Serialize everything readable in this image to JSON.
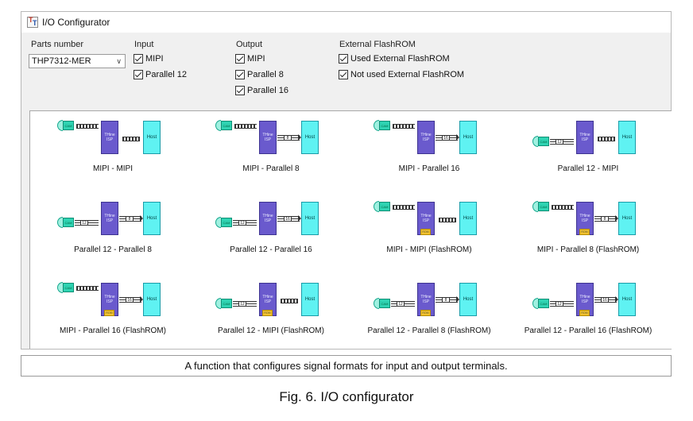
{
  "window": {
    "title": "I/O Configurator",
    "app_icon": "T-T-icon"
  },
  "parts": {
    "label": "Parts number",
    "selected": "THP7312-MER"
  },
  "input": {
    "label": "Input",
    "options": [
      {
        "label": "MIPI",
        "checked": true
      },
      {
        "label": "Parallel 12",
        "checked": true
      }
    ]
  },
  "output": {
    "label": "Output",
    "options": [
      {
        "label": "MIPI",
        "checked": true
      },
      {
        "label": "Parallel 8",
        "checked": true
      },
      {
        "label": "Parallel 16",
        "checked": true
      }
    ]
  },
  "flashrom": {
    "label": "External FlashROM",
    "options": [
      {
        "label": "Used External FlashROM",
        "checked": true
      },
      {
        "label": "Not used External FlashROM",
        "checked": true
      }
    ]
  },
  "block_labels": {
    "cam": "CAM",
    "isp": "THine ISP",
    "host": "Host",
    "rom": "ROM"
  },
  "configs": [
    {
      "label": "MIPI - MIPI",
      "in": "MIPI",
      "out": "MIPI",
      "rom": false
    },
    {
      "label": "MIPI - Parallel 8",
      "in": "MIPI",
      "out": "8",
      "rom": false
    },
    {
      "label": "MIPI - Parallel 16",
      "in": "MIPI",
      "out": "16",
      "rom": false
    },
    {
      "label": "Parallel 12 - MIPI",
      "in": "12",
      "out": "MIPI",
      "rom": false
    },
    {
      "label": "Parallel 12 - Parallel 8",
      "in": "12",
      "out": "8",
      "rom": false
    },
    {
      "label": "Parallel 12 - Parallel 16",
      "in": "12",
      "out": "16",
      "rom": false
    },
    {
      "label": "MIPI - MIPI (FlashROM)",
      "in": "MIPI",
      "out": "MIPI",
      "rom": true
    },
    {
      "label": "MIPI - Parallel 8 (FlashROM)",
      "in": "MIPI",
      "out": "8",
      "rom": true
    },
    {
      "label": "MIPI - Parallel 16 (FlashROM)",
      "in": "MIPI",
      "out": "16",
      "rom": true
    },
    {
      "label": "Parallel 12 - MIPI (FlashROM)",
      "in": "12",
      "out": "MIPI",
      "rom": true
    },
    {
      "label": "Parallel 12 - Parallel 8 (FlashROM)",
      "in": "12",
      "out": "8",
      "rom": true
    },
    {
      "label": "Parallel 12 - Parallel 16 (FlashROM)",
      "in": "12",
      "out": "16",
      "rom": true
    }
  ],
  "caption": "A function that configures signal formats for input and output terminals.",
  "figure_caption": "Fig. 6. I/O configurator",
  "colors": {
    "cam": "#2fd3b2",
    "isp": "#6a5acd",
    "host": "#5ff2f2",
    "rom": "#f2c12e"
  }
}
